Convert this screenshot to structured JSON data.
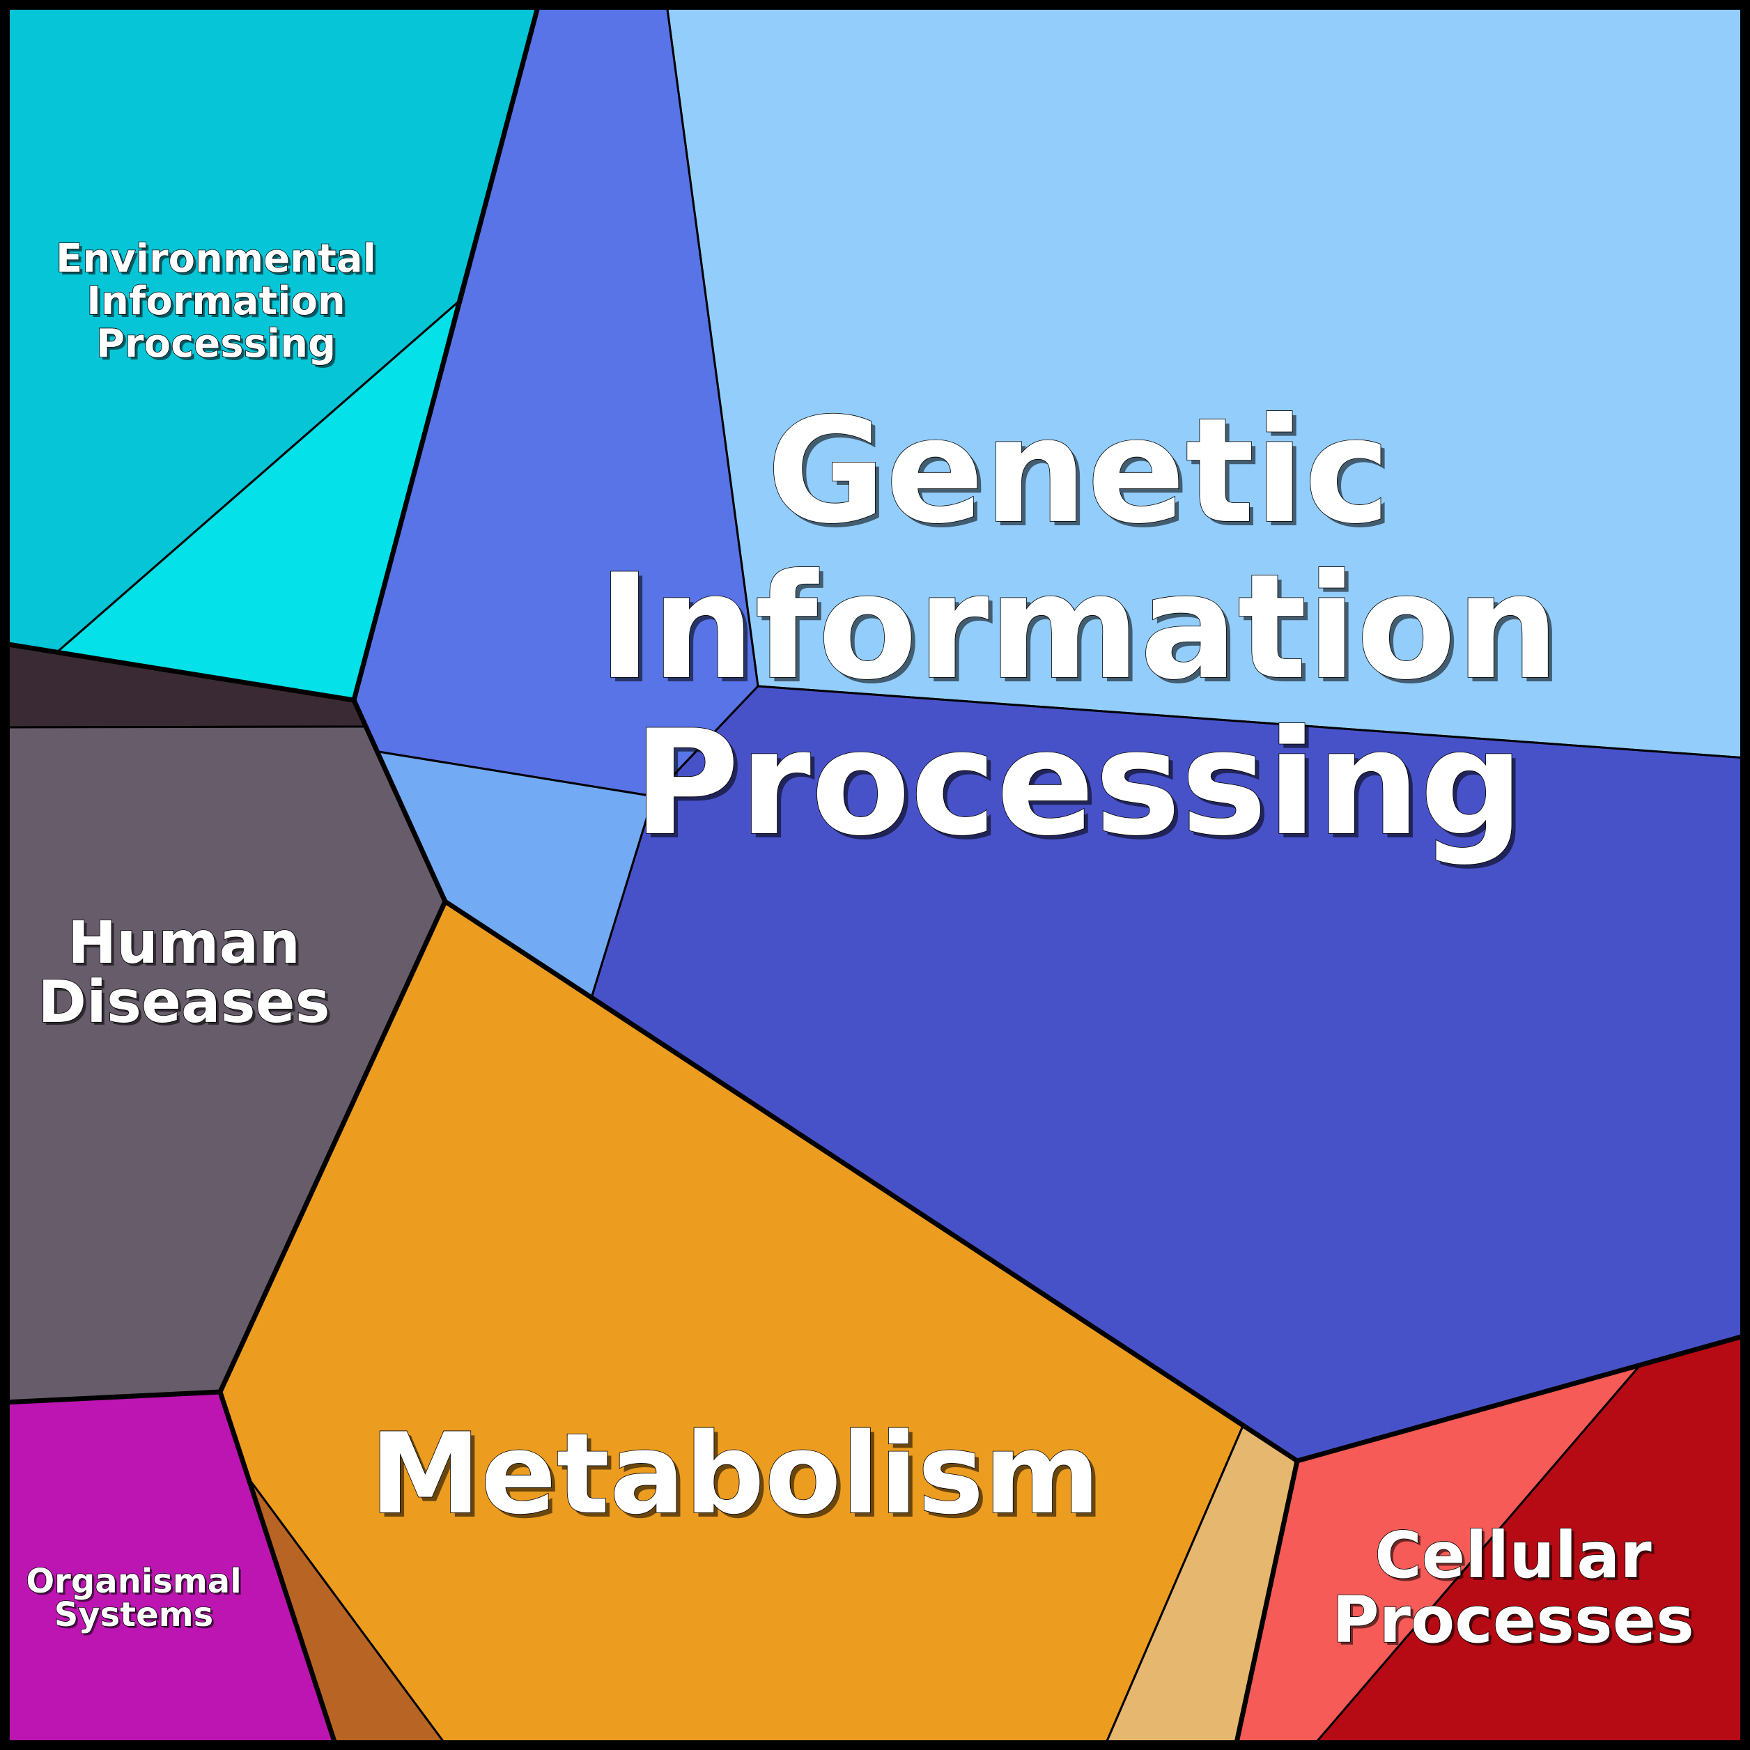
{
  "categories": [
    {
      "key": "genetic",
      "label_lines": [
        "Genetic",
        "Information",
        "Processing"
      ],
      "colors": [
        "#93cdfb",
        "#5874e6",
        "#4852c8",
        "#72aaf4"
      ]
    },
    {
      "key": "environmental",
      "label_lines": [
        "Environmental",
        "Information",
        "Processing"
      ],
      "colors": [
        "#05c5d6",
        "#05e1e8"
      ]
    },
    {
      "key": "human",
      "label_lines": [
        "Human",
        "Diseases"
      ],
      "colors": [
        "#675c6a",
        "#3a2a33"
      ]
    },
    {
      "key": "metabolism",
      "label_lines": [
        "Metabolism"
      ],
      "colors": [
        "#ec9c1f",
        "#b86424",
        "#e6b76e"
      ]
    },
    {
      "key": "organismal",
      "label_lines": [
        "Organismal",
        "Systems"
      ],
      "colors": [
        "#bd15b2"
      ]
    },
    {
      "key": "cellular",
      "label_lines": [
        "Cellular",
        "Processes"
      ],
      "colors": [
        "#f65b57",
        "#b60b15"
      ]
    }
  ]
}
